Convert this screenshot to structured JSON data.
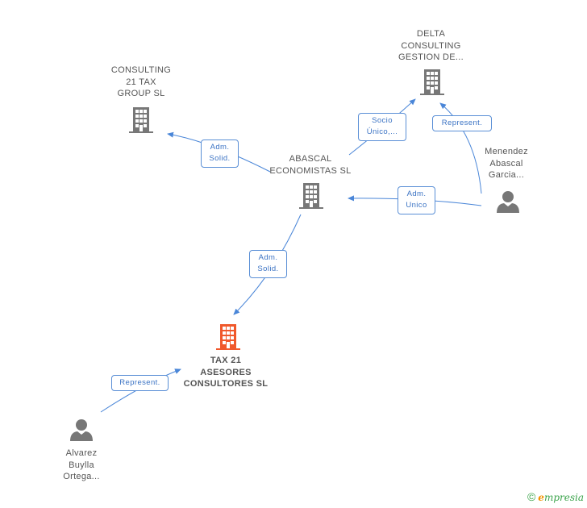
{
  "nodes": {
    "consulting21": {
      "lines": [
        "CONSULTING",
        "21 TAX",
        "GROUP SL"
      ],
      "kind": "company"
    },
    "delta": {
      "lines": [
        "DELTA",
        "CONSULTING",
        "GESTION DE..."
      ],
      "kind": "company"
    },
    "abascal": {
      "lines": [
        "ABASCAL",
        "ECONOMISTAS SL"
      ],
      "kind": "company"
    },
    "tax21": {
      "lines": [
        "TAX 21",
        "ASESORES",
        "CONSULTORES SL"
      ],
      "kind": "company-main"
    },
    "menendez": {
      "lines": [
        "Menendez",
        "Abascal",
        "Garcia..."
      ],
      "kind": "person"
    },
    "alvarez": {
      "lines": [
        "Alvarez",
        "Buylla",
        "Ortega..."
      ],
      "kind": "person"
    }
  },
  "edges": {
    "abascal_consulting21": {
      "lines": [
        "Adm.",
        "Solid."
      ]
    },
    "abascal_delta": {
      "lines": [
        "Socio",
        "Único,..."
      ]
    },
    "menendez_delta": {
      "lines": [
        "Represent."
      ]
    },
    "menendez_abascal": {
      "lines": [
        "Adm.",
        "Unico"
      ]
    },
    "abascal_tax21": {
      "lines": [
        "Adm.",
        "Solid."
      ]
    },
    "alvarez_tax21": {
      "lines": [
        "Represent."
      ]
    }
  },
  "colors": {
    "company": "#777777",
    "company_main": "#f0582b",
    "person": "#777777",
    "edge": "#4a86d8",
    "edge_text": "#3b73c4"
  },
  "footer": {
    "copyright": "©",
    "brand_initial": "e",
    "brand_rest": "mpresia"
  }
}
